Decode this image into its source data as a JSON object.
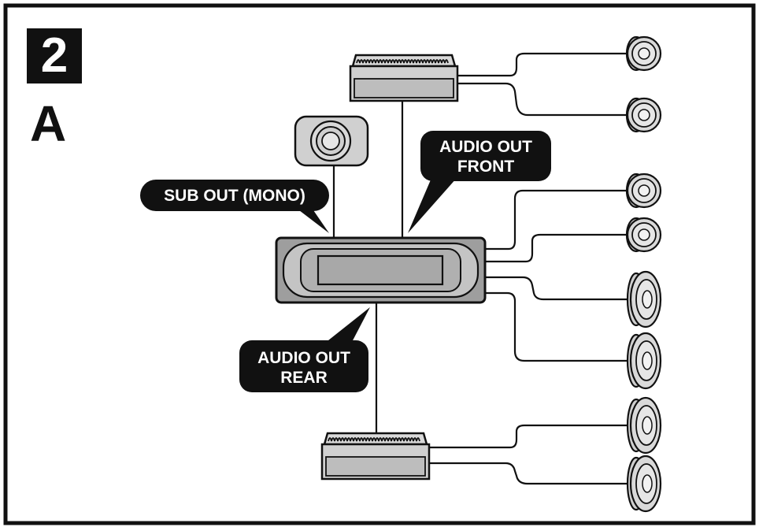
{
  "diagram": {
    "step_number": "2",
    "section_letter": "A",
    "labels": {
      "sub_out": "SUB OUT (MONO)",
      "audio_out_front": [
        "AUDIO OUT",
        "FRONT"
      ],
      "audio_out_rear": [
        "AUDIO OUT",
        "REAR"
      ]
    },
    "components": {
      "amplifiers": [
        "front-amplifier",
        "rear-amplifier"
      ],
      "head_unit": "head-unit",
      "subwoofer": "subwoofer",
      "speakers_round": 4,
      "speakers_oval": 4
    },
    "colors": {
      "outline": "#111111",
      "component_fill": "#bdbdbd",
      "callout_fill": "#111111",
      "callout_text": "#ffffff"
    }
  }
}
